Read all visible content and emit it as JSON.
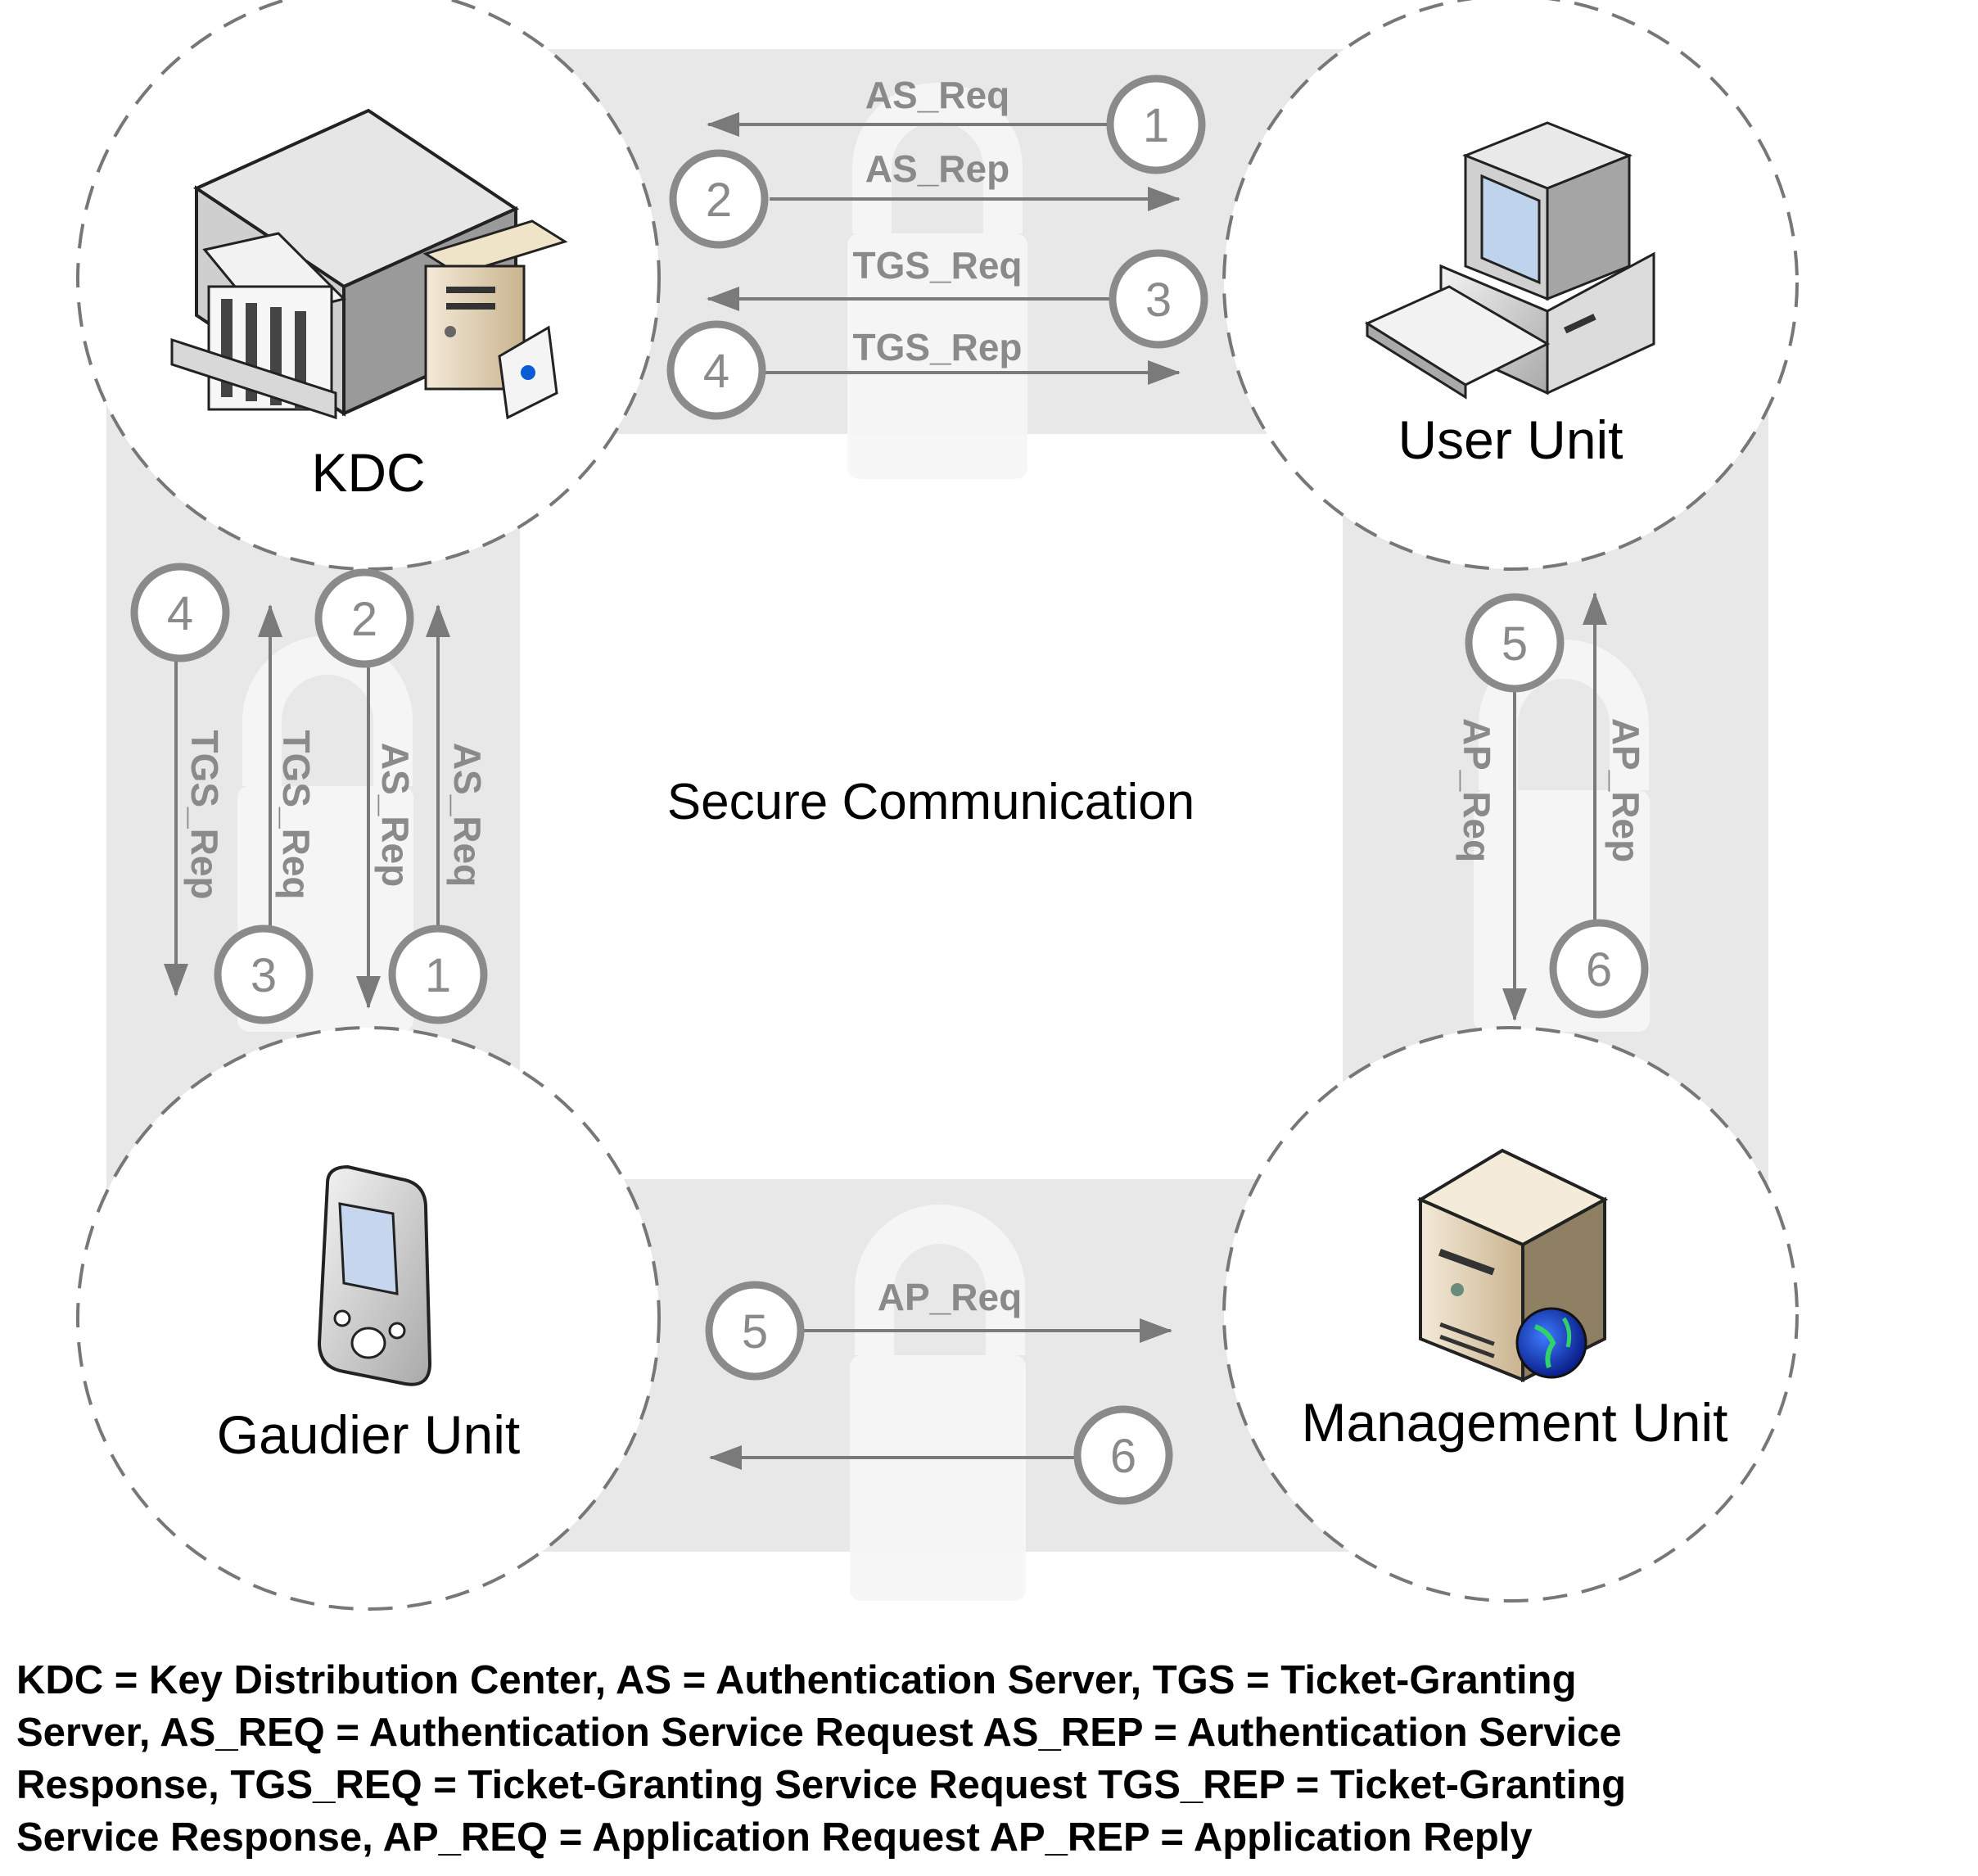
{
  "nodes": {
    "kdc": {
      "label": "KDC"
    },
    "user_unit": {
      "label": "User Unit"
    },
    "gaudier_unit": {
      "label": "Gaudier Unit"
    },
    "management_unit": {
      "label": "Management Unit"
    }
  },
  "center_label": "Secure Communication",
  "messages": {
    "kdc_user": [
      {
        "step": "1",
        "label": "AS_Req"
      },
      {
        "step": "2",
        "label": "AS_Rep"
      },
      {
        "step": "3",
        "label": "TGS_Req"
      },
      {
        "step": "4",
        "label": "TGS_Rep"
      }
    ],
    "kdc_gaudier": [
      {
        "step": "1",
        "label": "AS_Req"
      },
      {
        "step": "2",
        "label": "AS_Rep"
      },
      {
        "step": "3",
        "label": "TGS_Req"
      },
      {
        "step": "4",
        "label": "TGS_Rep"
      }
    ],
    "user_management": [
      {
        "step": "5",
        "label": "AP_Req"
      },
      {
        "step": "6",
        "label": "AP_Rep"
      }
    ],
    "gaudier_management": [
      {
        "step": "5",
        "label": "AP_Req"
      },
      {
        "step": "6",
        "label": ""
      }
    ]
  },
  "legend": "KDC = Key Distribution Center, AS = Authentication Server, TGS = Ticket-Granting\nServer, AS_REQ = Authentication Service Request AS_REP = Authentication Service\nResponse, TGS_REQ = Ticket-Granting Service Request TGS_REP = Ticket-Granting\nService Response, AP_REQ = Application Request AP_REP = Application Reply",
  "colors": {
    "band": "#e8e8e8",
    "arrow": "#7a7a7a",
    "step_ring": "#8a8a8a",
    "dashed_circle": "#777777"
  }
}
